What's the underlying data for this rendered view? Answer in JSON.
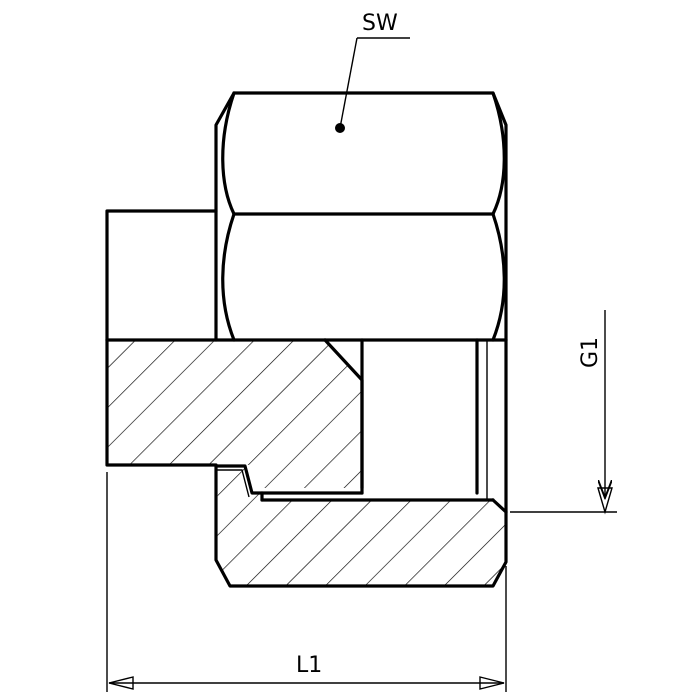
{
  "drawing": {
    "labels": {
      "sw": "SW",
      "g1": "G1",
      "l1": "L1"
    }
  }
}
